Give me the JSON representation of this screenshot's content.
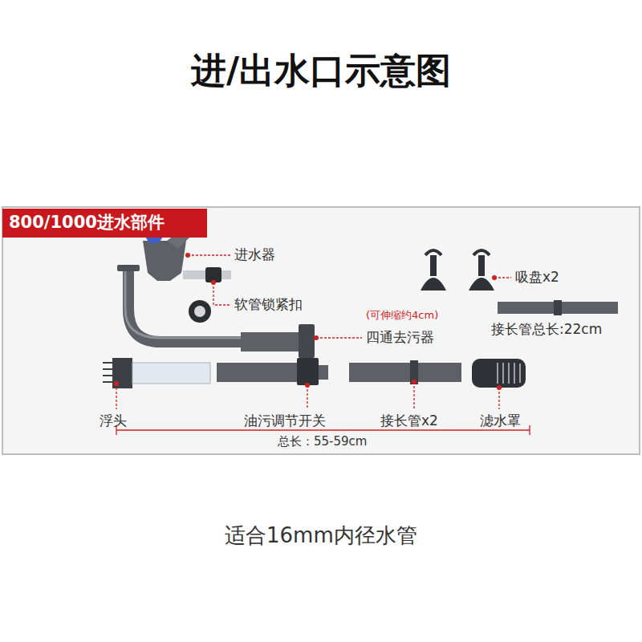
{
  "diagram": {
    "title": "进/出水口示意图",
    "caption": "适合16mm内径水管",
    "nodes": [
      {
        "text": [
          "800/1000进水部件"
        ]
      }
    ],
    "labels": [
      "进水器",
      "软管锁紧扣",
      "(可伸缩约4cm)",
      "四通去污器",
      "吸盘x2",
      "接长管总长:22cm",
      "浮头",
      "油污调节开关",
      "接长管x2",
      "滤水罩",
      "总长：55-59cm"
    ]
  }
}
